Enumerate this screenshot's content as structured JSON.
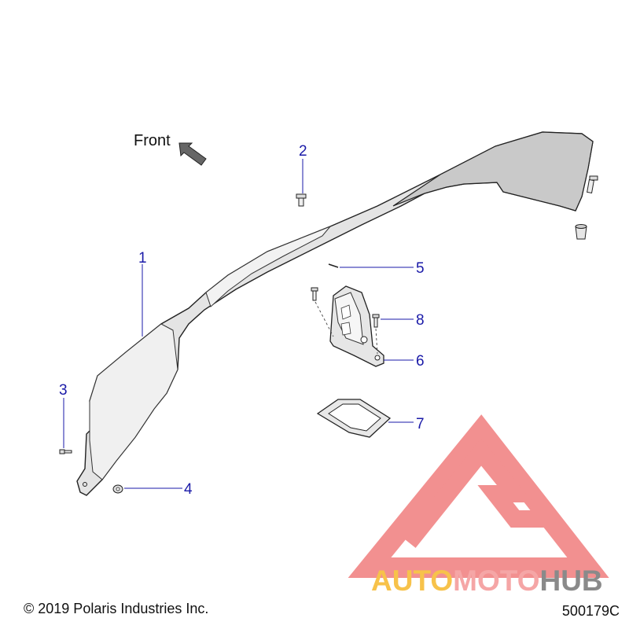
{
  "diagram": {
    "front_label": "Front",
    "callouts": [
      {
        "id": "callout-1",
        "text": "1"
      },
      {
        "id": "callout-2",
        "text": "2"
      },
      {
        "id": "callout-3",
        "text": "3"
      },
      {
        "id": "callout-4",
        "text": "4"
      },
      {
        "id": "callout-5",
        "text": "5"
      },
      {
        "id": "callout-6",
        "text": "6"
      },
      {
        "id": "callout-7",
        "text": "7"
      },
      {
        "id": "callout-8",
        "text": "8"
      }
    ],
    "callout_color": "#1a1aa8",
    "part_color": "#d9d9d9",
    "outline_color": "#222222"
  },
  "watermark": {
    "brand_part1": "AUTO",
    "brand_part2": "MOTO",
    "brand_part3": "HUB",
    "color_auto": "#f7b500",
    "color_moto": "#f5a6a6",
    "color_hub": "#7a7a7a",
    "logo_color": "#ee6b6b"
  },
  "footer": {
    "copyright": "© 2019 Polaris Industries Inc.",
    "part_number": "500179C"
  }
}
